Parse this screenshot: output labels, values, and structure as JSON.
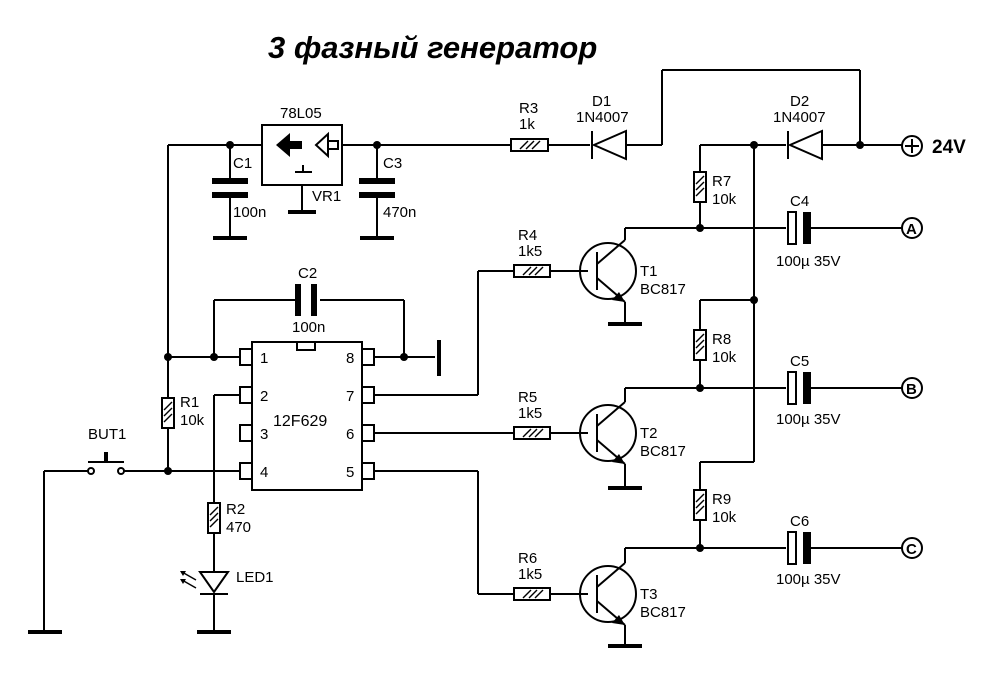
{
  "title": "3 фазный генератор",
  "supply": {
    "plus_symbol": "+",
    "voltage": "24V"
  },
  "regulator": {
    "name": "78L05",
    "ref": "VR1"
  },
  "capacitors": {
    "c1": {
      "ref": "C1",
      "value": "100n"
    },
    "c2": {
      "ref": "C2",
      "value": "100n"
    },
    "c3": {
      "ref": "C3",
      "value": "470n"
    },
    "c4": {
      "ref": "C4",
      "value": "100µ 35V"
    },
    "c5": {
      "ref": "C5",
      "value": "100µ 35V"
    },
    "c6": {
      "ref": "C6",
      "value": "100µ 35V"
    }
  },
  "resistors": {
    "r1": {
      "ref": "R1",
      "value": "10k"
    },
    "r2": {
      "ref": "R2",
      "value": "470"
    },
    "r3": {
      "ref": "R3",
      "value": "1k"
    },
    "r4": {
      "ref": "R4",
      "value": "1k5"
    },
    "r5": {
      "ref": "R5",
      "value": "1k5"
    },
    "r6": {
      "ref": "R6",
      "value": "1k5"
    },
    "r7": {
      "ref": "R7",
      "value": "10k"
    },
    "r8": {
      "ref": "R8",
      "value": "10k"
    },
    "r9": {
      "ref": "R9",
      "value": "10k"
    }
  },
  "diodes": {
    "d1": {
      "ref": "D1",
      "value": "1N4007"
    },
    "d2": {
      "ref": "D2",
      "value": "1N4007"
    }
  },
  "transistors": {
    "t1": {
      "ref": "T1",
      "value": "BC817"
    },
    "t2": {
      "ref": "T2",
      "value": "BC817"
    },
    "t3": {
      "ref": "T3",
      "value": "BC817"
    }
  },
  "mcu": {
    "name": "12F629",
    "pins": [
      "1",
      "2",
      "3",
      "4",
      "5",
      "6",
      "7",
      "8"
    ]
  },
  "button": {
    "ref": "BUT1"
  },
  "led": {
    "ref": "LED1"
  },
  "outputs": {
    "a": "A",
    "b": "B",
    "c": "C"
  }
}
